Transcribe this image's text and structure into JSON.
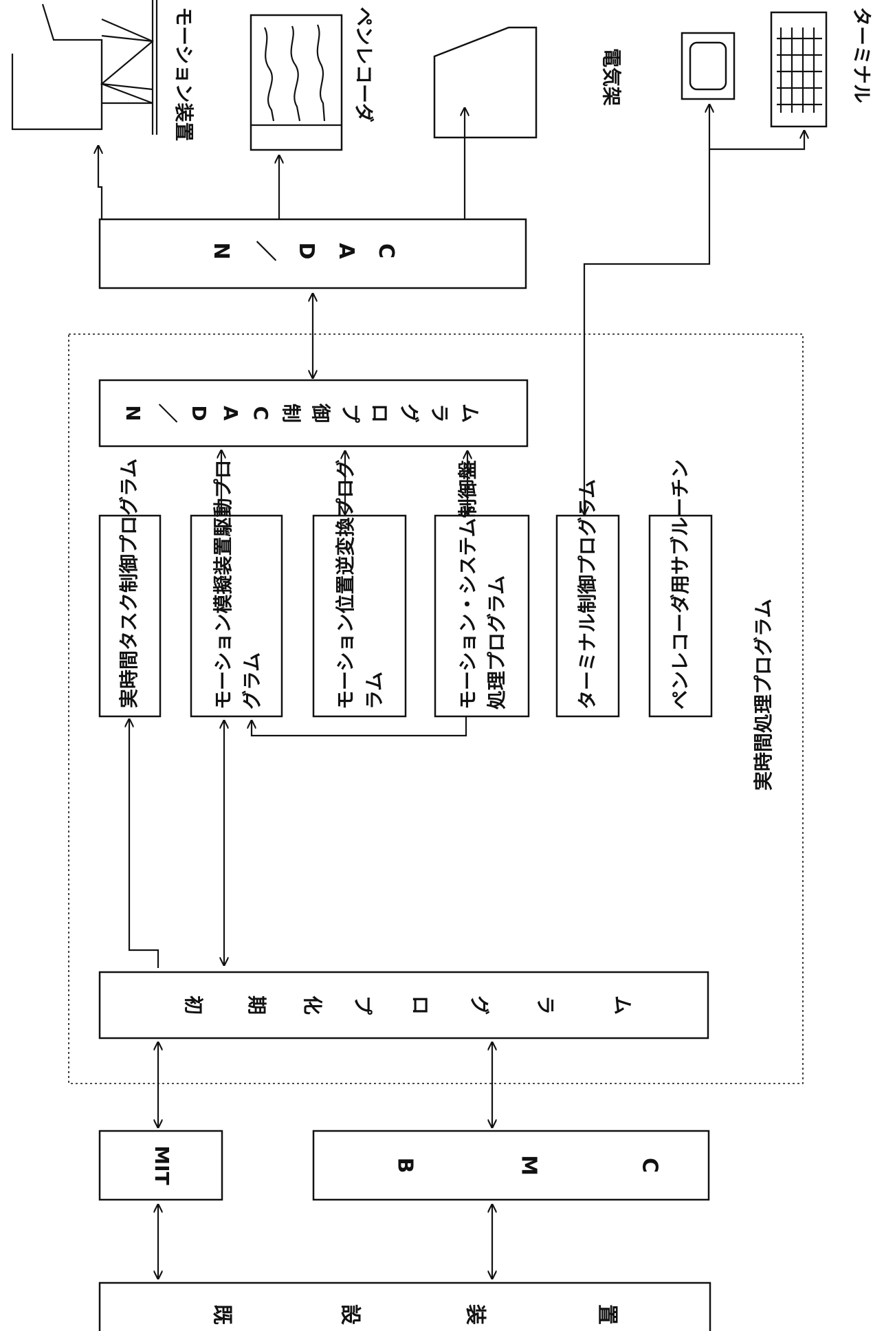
{
  "diagram": {
    "devices": {
      "motion_device": "モーション装置",
      "pen_recorder": "ペンレコーダ",
      "electric_rack": "電気架",
      "terminal": "ターミナル"
    },
    "ndac": [
      "N",
      "／",
      "D",
      "A",
      "C"
    ],
    "ndac_control": [
      "N",
      "／",
      "D",
      "A",
      "C",
      "制",
      "御",
      "プ",
      "ロ",
      "グ",
      "ラ",
      "ム"
    ],
    "programs": {
      "realtime_task": [
        "実時間タスク制御プログラム"
      ],
      "motion_sim_drive": [
        "モーション模擬装置駆動プロ",
        "グラム"
      ],
      "motion_pos_inverse": [
        "モーション位置逆変換プログ",
        "ラム"
      ],
      "motion_system_panel": [
        "モーション・システム制御盤",
        "処理プログラム"
      ],
      "terminal_control": [
        "ターミナル制御プログラム"
      ],
      "pen_recorder_sub": [
        "ペンレコーダ用サブルーチン"
      ]
    },
    "realtime_group": "実時間処理プログラム",
    "init_program": [
      "初",
      "期",
      "化",
      "プ",
      "ロ",
      "グ",
      "ラ",
      "ム"
    ],
    "mit": "MIT",
    "bmc": [
      "B",
      "M",
      "C"
    ],
    "existing_equipment": [
      "既",
      "設",
      "装",
      "置"
    ]
  }
}
